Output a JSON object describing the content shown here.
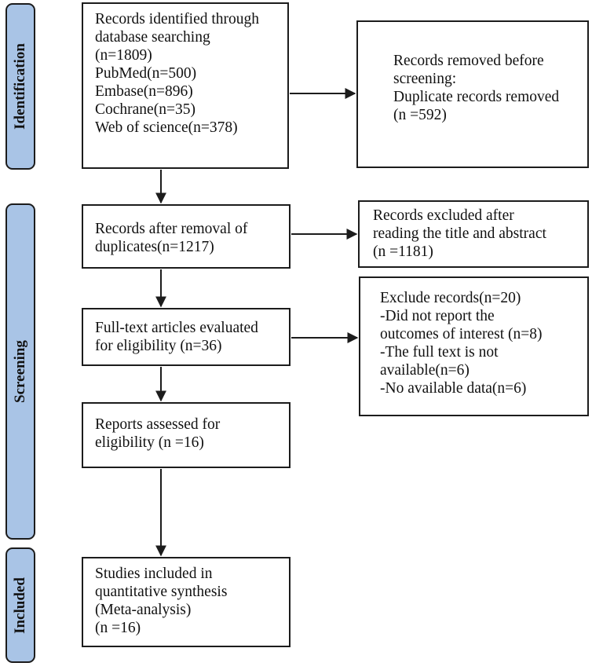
{
  "phases": {
    "identification": "Identification",
    "screening": "Screening",
    "included": "Included"
  },
  "boxes": {
    "identified": {
      "lines": [
        "Records identified through",
        "database searching",
        "(n=1809)",
        "PubMed(n=500)",
        "Embase(n=896)",
        "Cochrane(n=35)",
        "Web of science(n=378)"
      ]
    },
    "removed": {
      "lines": [
        "Records removed before",
        "screening:",
        "Duplicate records removed",
        "(n =592)"
      ]
    },
    "after_duplicates": {
      "lines": [
        "Records after removal of",
        "duplicates(n=1217)"
      ]
    },
    "excluded_title": {
      "lines": [
        "Records excluded after",
        "reading the title and abstract",
        "(n =1181)"
      ]
    },
    "fulltext": {
      "lines": [
        "Full-text articles evaluated",
        "for eligibility (n=36)"
      ]
    },
    "excluded_fulltext": {
      "lines": [
        "Exclude records(n=20)",
        "-Did not report the",
        "outcomes of interest (n=8)",
        "-The full text is not",
        "available(n=6)",
        "-No available data(n=6)"
      ]
    },
    "assessed": {
      "lines": [
        "Reports assessed for",
        "eligibility (n =16)"
      ]
    },
    "included": {
      "lines": [
        "Studies included in",
        "quantitative synthesis",
        "(Meta-analysis)",
        "(n =16)"
      ]
    }
  }
}
